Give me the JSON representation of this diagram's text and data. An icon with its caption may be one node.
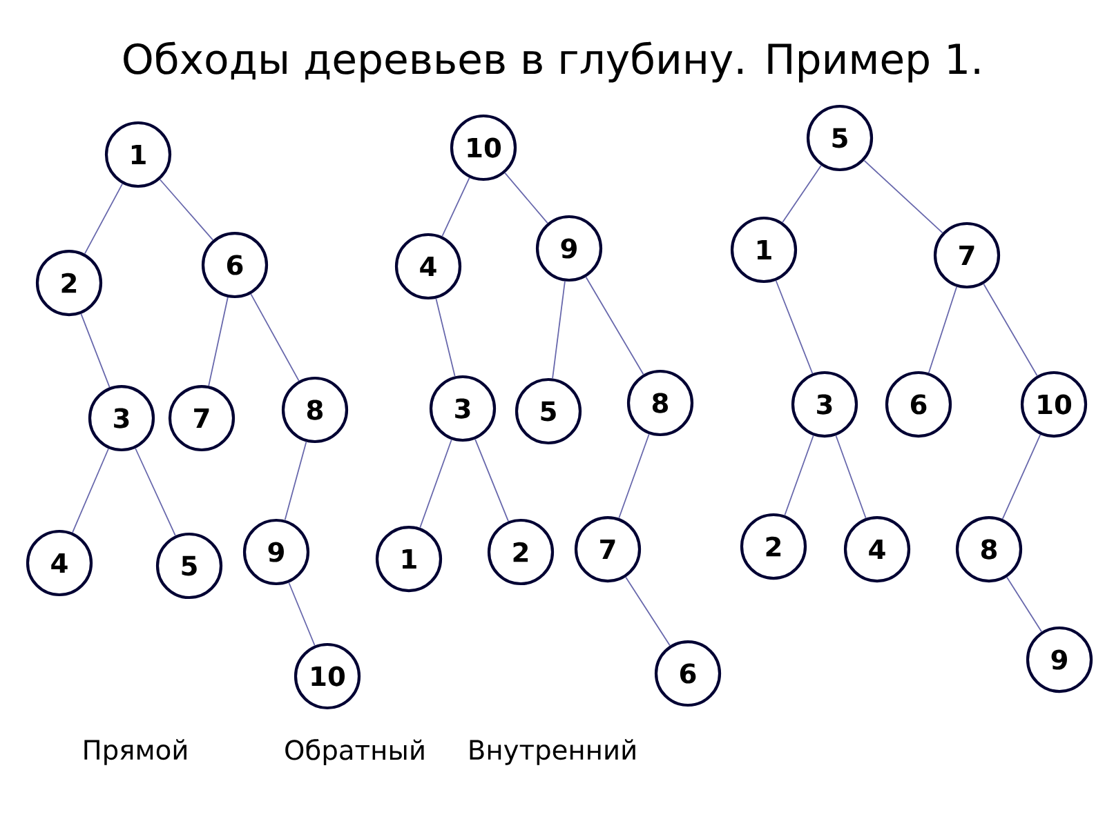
{
  "diagram": {
    "title": "Обходы деревьев в глубину. Пример 1.",
    "nodes": [
      {
        "text": [
          "1"
        ]
      },
      {
        "text": [
          "2"
        ]
      },
      {
        "text": [
          "6"
        ]
      },
      {
        "text": [
          "3"
        ]
      },
      {
        "text": [
          "7"
        ]
      },
      {
        "text": [
          "8"
        ]
      },
      {
        "text": [
          "4"
        ]
      },
      {
        "text": [
          "5"
        ]
      },
      {
        "text": [
          "9"
        ]
      },
      {
        "text": [
          "10"
        ]
      },
      {
        "text": [
          "10"
        ]
      },
      {
        "text": [
          "4"
        ]
      },
      {
        "text": [
          "9"
        ]
      },
      {
        "text": [
          "3"
        ]
      },
      {
        "text": [
          "5"
        ]
      },
      {
        "text": [
          "8"
        ]
      },
      {
        "text": [
          "1"
        ]
      },
      {
        "text": [
          "2"
        ]
      },
      {
        "text": [
          "7"
        ]
      },
      {
        "text": [
          "6"
        ]
      },
      {
        "text": [
          "5"
        ]
      },
      {
        "text": [
          "1"
        ]
      },
      {
        "text": [
          "7"
        ]
      },
      {
        "text": [
          "3"
        ]
      },
      {
        "text": [
          "6"
        ]
      },
      {
        "text": [
          "10"
        ]
      },
      {
        "text": [
          "2"
        ]
      },
      {
        "text": [
          "4"
        ]
      },
      {
        "text": [
          "8"
        ]
      },
      {
        "text": [
          "9"
        ]
      }
    ],
    "edges": [
      {
        "from": 0,
        "to": 1,
        "arrow": "none"
      },
      {
        "from": 0,
        "to": 2,
        "arrow": "none"
      },
      {
        "from": 1,
        "to": 3,
        "arrow": "none"
      },
      {
        "from": 2,
        "to": 4,
        "arrow": "none"
      },
      {
        "from": 2,
        "to": 5,
        "arrow": "none"
      },
      {
        "from": 3,
        "to": 6,
        "arrow": "none"
      },
      {
        "from": 3,
        "to": 7,
        "arrow": "none"
      },
      {
        "from": 5,
        "to": 8,
        "arrow": "none"
      },
      {
        "from": 8,
        "to": 9,
        "arrow": "none"
      },
      {
        "from": 10,
        "to": 11,
        "arrow": "none"
      },
      {
        "from": 10,
        "to": 12,
        "arrow": "none"
      },
      {
        "from": 11,
        "to": 13,
        "arrow": "none"
      },
      {
        "from": 12,
        "to": 14,
        "arrow": "none"
      },
      {
        "from": 12,
        "to": 15,
        "arrow": "none"
      },
      {
        "from": 13,
        "to": 16,
        "arrow": "none"
      },
      {
        "from": 13,
        "to": 17,
        "arrow": "none"
      },
      {
        "from": 15,
        "to": 18,
        "arrow": "none"
      },
      {
        "from": 18,
        "to": 19,
        "arrow": "none"
      },
      {
        "from": 20,
        "to": 21,
        "arrow": "none"
      },
      {
        "from": 20,
        "to": 22,
        "arrow": "none"
      },
      {
        "from": 21,
        "to": 23,
        "arrow": "none"
      },
      {
        "from": 22,
        "to": 24,
        "arrow": "none"
      },
      {
        "from": 22,
        "to": 25,
        "arrow": "none"
      },
      {
        "from": 23,
        "to": 26,
        "arrow": "none"
      },
      {
        "from": 23,
        "to": 27,
        "arrow": "none"
      },
      {
        "from": 25,
        "to": 28,
        "arrow": "none"
      },
      {
        "from": 28,
        "to": 29,
        "arrow": "none"
      }
    ],
    "labels": [
      "Прямой",
      "Обратный",
      "Внутренний"
    ]
  }
}
